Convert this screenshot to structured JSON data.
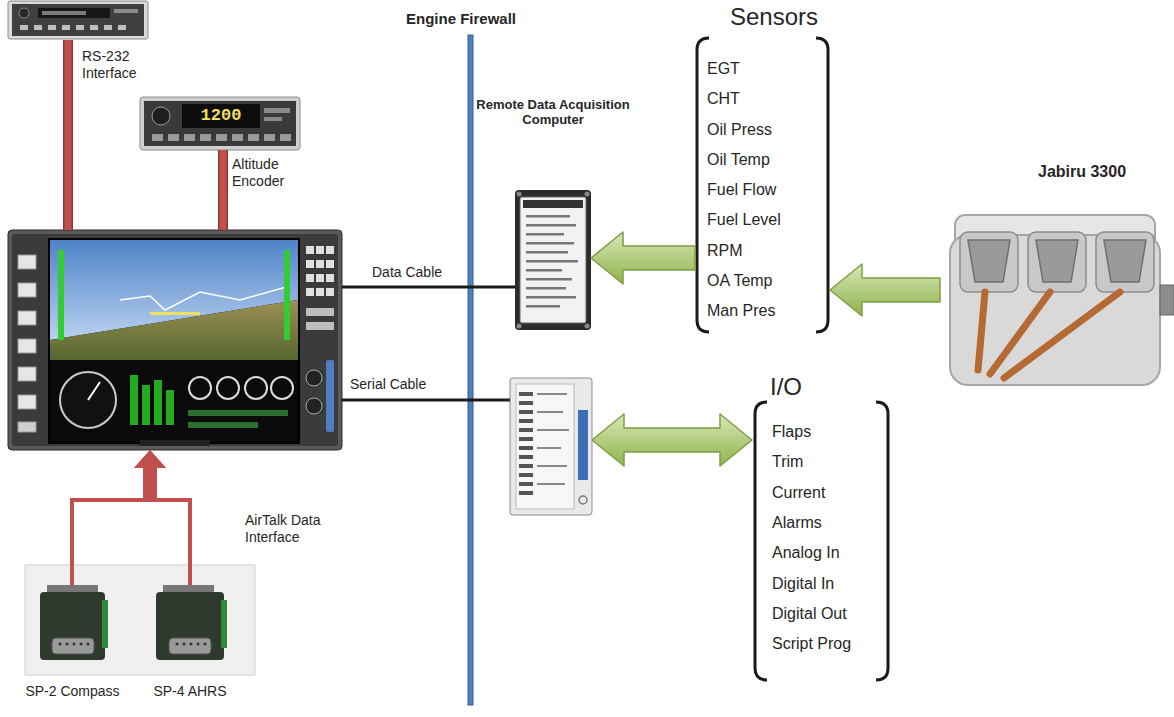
{
  "diagram": {
    "nodes": [
      {
        "text": [
          "RS-232 Interface"
        ]
      },
      {
        "text": [
          "1200",
          "Altitude Encoder"
        ]
      },
      {
        "text": []
      },
      {
        "text": [
          "Remote Data Acquisition Computer"
        ]
      },
      {
        "text": [
          "Sensors",
          "EGT",
          "CHT",
          "Oil Press",
          "Oil Temp",
          "Fuel Flow",
          "Fuel Level",
          "RPM",
          "OA Temp",
          "Man Pres"
        ]
      },
      {
        "text": [
          "Jabiru 3300"
        ]
      },
      {
        "text": []
      },
      {
        "text": [
          "I/O",
          "Flaps",
          "Trim",
          "Current",
          "Alarms",
          "Analog In",
          "Digital In",
          "Digital Out",
          "Script Prog"
        ]
      },
      {
        "text": [
          "SP-2 Compass"
        ]
      },
      {
        "text": [
          "SP-4 AHRS"
        ]
      }
    ],
    "edges": [
      {
        "from": 2,
        "to": 0,
        "arrow": "none"
      },
      {
        "from": 2,
        "to": 1,
        "arrow": "none"
      },
      {
        "from": 2,
        "to": 3,
        "label": "Data Cable",
        "arrow": "none"
      },
      {
        "from": 5,
        "to": 4,
        "arrow": "to"
      },
      {
        "from": 4,
        "to": 3,
        "arrow": "to"
      },
      {
        "from": 2,
        "to": 6,
        "label": "Serial Cable",
        "arrow": "none"
      },
      {
        "from": 6,
        "to": 7,
        "arrow": "both"
      },
      {
        "from": 8,
        "to": 2,
        "label": "AirTalk Data Interface",
        "arrow": "to"
      },
      {
        "from": 9,
        "to": 2,
        "arrow": "to"
      }
    ],
    "labels": [
      "Engine Firewall"
    ]
  }
}
